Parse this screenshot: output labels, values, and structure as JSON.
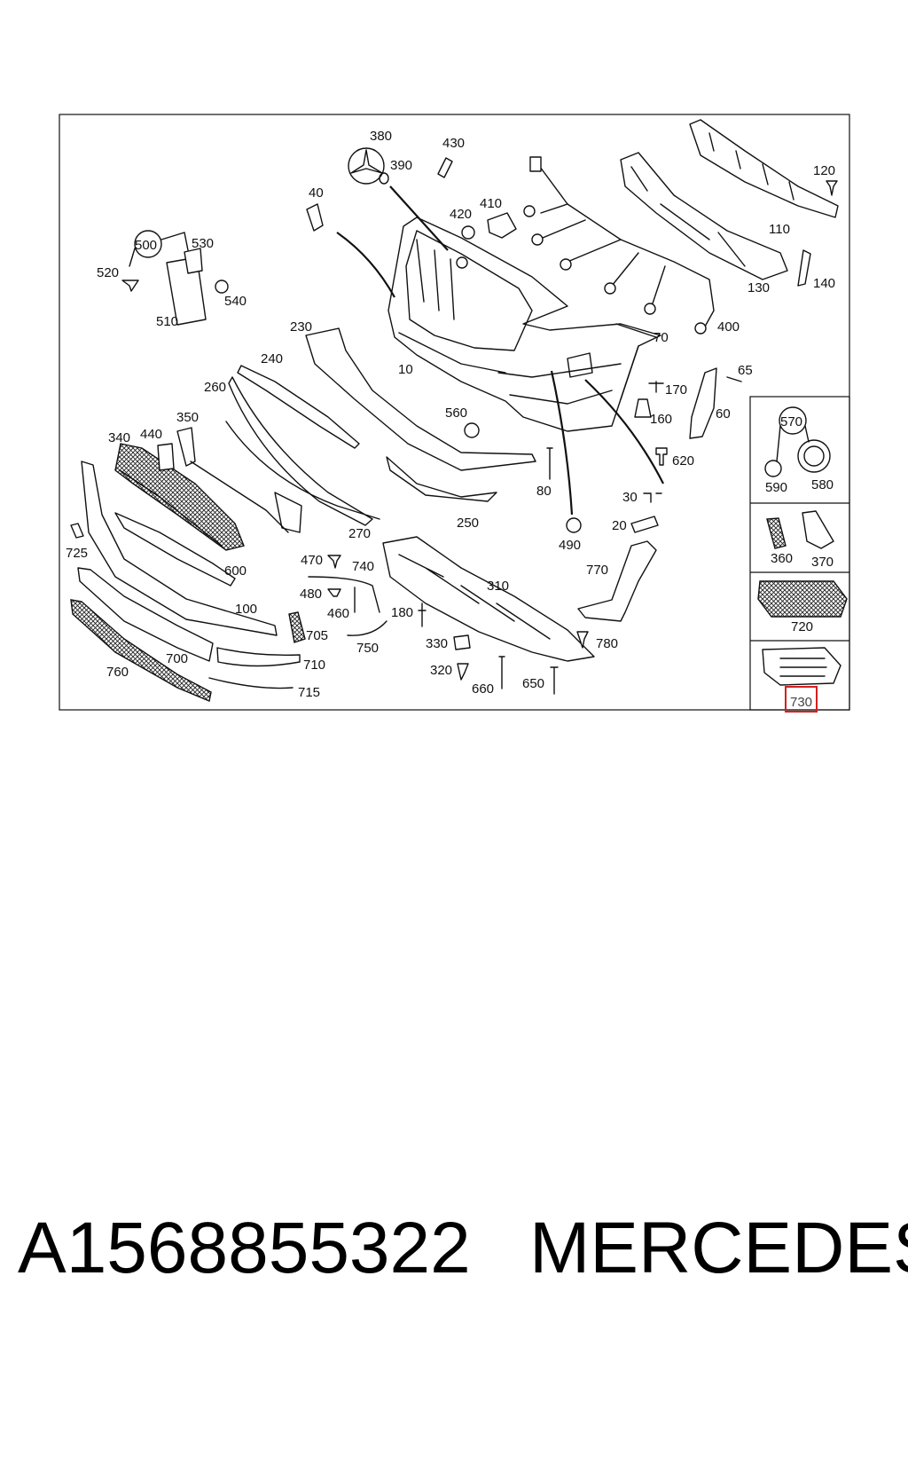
{
  "caption": {
    "part_number": "A1568855322",
    "brand": "MERCEDES"
  },
  "highlight_color": "#d42020",
  "highlighted_label": "730",
  "labels": {
    "l10": "10",
    "l20": "20",
    "l30": "30",
    "l40": "40",
    "l60": "60",
    "l65": "65",
    "l70": "70",
    "l80": "80",
    "l100": "100",
    "l110": "110",
    "l120": "120",
    "l130": "130",
    "l140": "140",
    "l160": "160",
    "l170": "170",
    "l180": "180",
    "l230": "230",
    "l240": "240",
    "l250": "250",
    "l260": "260",
    "l270": "270",
    "l310": "310",
    "l320": "320",
    "l330": "330",
    "l340": "340",
    "l350": "350",
    "l360": "360",
    "l370": "370",
    "l380": "380",
    "l390": "390",
    "l400": "400",
    "l410": "410",
    "l420": "420",
    "l430": "430",
    "l440": "440",
    "l460": "460",
    "l470": "470",
    "l480": "480",
    "l490": "490",
    "l500": "500",
    "l510": "510",
    "l520": "520",
    "l530": "530",
    "l540": "540",
    "l560": "560",
    "l570": "570",
    "l580": "580",
    "l590": "590",
    "l600": "600",
    "l620": "620",
    "l650": "650",
    "l660": "660",
    "l700": "700",
    "l705": "705",
    "l710": "710",
    "l715": "715",
    "l720": "720",
    "l725": "725",
    "l730": "730",
    "l740": "740",
    "l750": "750",
    "l760": "760",
    "l770": "770",
    "l780": "780"
  }
}
